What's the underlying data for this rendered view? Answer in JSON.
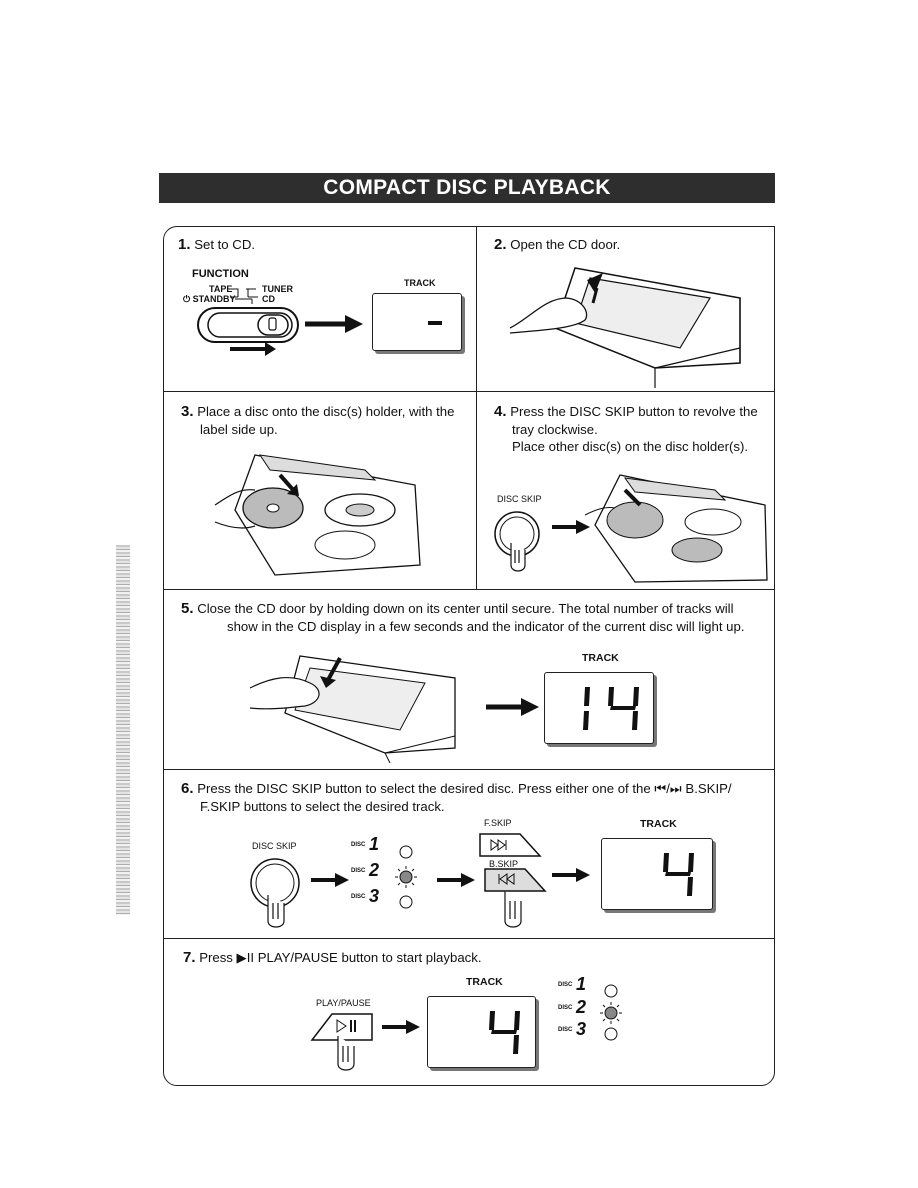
{
  "title": "COMPACT DISC PLAYBACK",
  "steps": [
    {
      "num": "1.",
      "text": "Set to CD."
    },
    {
      "num": "2.",
      "text": "Open the CD door."
    },
    {
      "num": "3.",
      "text_line1": "Place a disc onto the disc(s) holder, with the",
      "text_line2": "label side up."
    },
    {
      "num": "4.",
      "text_line1": "Press the DISC SKIP button to revolve the",
      "text_line2": "tray clockwise.",
      "text_line3": "Place other disc(s) on the disc holder(s)."
    },
    {
      "num": "5.",
      "text_line1": "Close the CD door by holding down on its center until secure. The total number of tracks will",
      "text_line2": "show in the CD display in a few seconds and the indicator of the current disc will light up."
    },
    {
      "num": "6.",
      "text_line1": "Press the DISC SKIP button to select the desired disc. Press either one of the ⏮/⏭ B.SKIP/",
      "text_line2": "F.SKIP buttons to select the desired track."
    },
    {
      "num": "7.",
      "text": "Press ▶II PLAY/PAUSE button to start playback."
    }
  ],
  "labels": {
    "function": "FUNCTION",
    "tape": "TAPE",
    "tuner": "TUNER",
    "standby": "⏻ STANDBY",
    "cd": "CD",
    "track": "TRACK",
    "disc_skip": "DISC SKIP",
    "f_skip": "F.SKIP",
    "b_skip": "B.SKIP",
    "play_pause": "PLAY/PAUSE",
    "disc_prefix": "DISC",
    "disc_1": "1",
    "disc_2": "2",
    "disc_3": "3"
  },
  "displays": {
    "step1": "-",
    "step5": "14",
    "step6": "4",
    "step7": "4"
  },
  "colors": {
    "banner": "#2e2e2e",
    "lit_indicator": "#888888"
  }
}
